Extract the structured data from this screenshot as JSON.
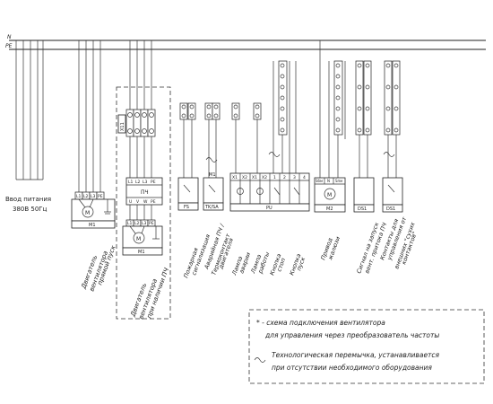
{
  "bus": {
    "n_label": "N",
    "l_label": "PE"
  },
  "power_input": {
    "line1": "Ввод питания",
    "line2": "380В 50Гц"
  },
  "fan_direct": {
    "terminals": [
      "L1",
      "L2",
      "L3",
      "PE"
    ],
    "motor": "M",
    "device": "M1",
    "caption": [
      "Двигатель",
      "вентилятора",
      "прямой пуск"
    ]
  },
  "fan_inverter": {
    "module": "X11",
    "converter": "ПЧ",
    "in_terminals": [
      "L1",
      "L2",
      "L3",
      "PE"
    ],
    "out_terminals": [
      "U",
      "V",
      "W",
      "PE"
    ],
    "motor_terminals": [
      "L1",
      "L2",
      "L3",
      "PE"
    ],
    "motor": "M",
    "device": "M1",
    "caption": [
      "Двигатель",
      "вентилятора",
      "при наличии ПЧ"
    ]
  },
  "blocks": [
    {
      "device": "FS",
      "caption": [
        "Пожарная",
        "сигнализация"
      ]
    },
    {
      "device": "TK/SA",
      "top": "M1",
      "caption": [
        "Аварийная ПЧ /",
        "Термоконтакт",
        "двигателя"
      ]
    },
    {
      "device": "PU",
      "terminals": [
        "X1",
        "X2",
        "X1",
        "X2",
        "1",
        "2",
        "3",
        "4"
      ],
      "caption": [
        "Лампа",
        "аварии",
        "Лампа",
        "работы",
        "Кнопка",
        "стоп",
        "Кнопка",
        "пуск"
      ]
    },
    {
      "device": "M2",
      "terminals": [
        "Sбм",
        "N",
        "Sпм"
      ],
      "motor": "M",
      "caption": [
        "Привод",
        "жалюзи"
      ]
    },
    {
      "device": "DS1",
      "caption": [
        "Сигнал на запуск",
        "вент. притока ПЧ"
      ]
    },
    {
      "device": "DS1",
      "caption": [
        "Контакты для",
        "управления от",
        "внешних \"сухих",
        "контактов\""
      ]
    }
  ],
  "legend": {
    "star_note": [
      "* - схема подключения вентилятора",
      "для управления через преобразователь частоты"
    ],
    "jumper_note": [
      "Технологическая перемычка, устанавливается",
      "при отсутствии необходимого оборудования"
    ]
  }
}
